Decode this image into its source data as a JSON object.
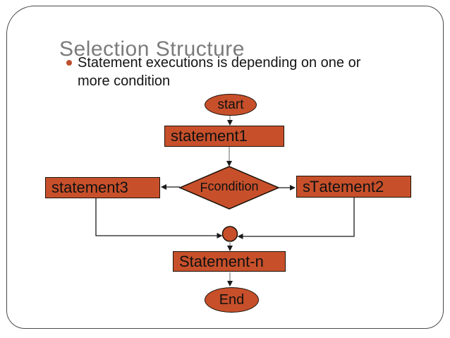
{
  "slide": {
    "title": "Selection Structure",
    "bullet": {
      "line1": "Statement executions is depending on one or",
      "line2": "more condition"
    }
  },
  "flowchart": {
    "start": {
      "label": "start",
      "type": "terminator-oval"
    },
    "statement1": {
      "label": "statement1",
      "type": "process-rect"
    },
    "condition": {
      "label": "condition",
      "false_label": "F",
      "type": "decision-diamond"
    },
    "statement3": {
      "label": "statement3",
      "type": "process-rect"
    },
    "statement2": {
      "prefix": "s",
      "true_label": "T",
      "suffix": "atement2",
      "type": "process-rect"
    },
    "statement_n": {
      "label": "Statement-n",
      "type": "process-rect"
    },
    "end": {
      "label": "End",
      "type": "terminator-oval"
    }
  },
  "colors": {
    "shape_fill": "#C7502B",
    "shape_border": "#1C1208",
    "bullet_dot": "#BF502D",
    "title_text": "#7B7B7B",
    "body_text": "#141414",
    "connector_gray": "#9B9B9B",
    "connector_black": "#1A1A1A",
    "slide_border": "#4A4A4A",
    "background": "#FFFFFF"
  }
}
